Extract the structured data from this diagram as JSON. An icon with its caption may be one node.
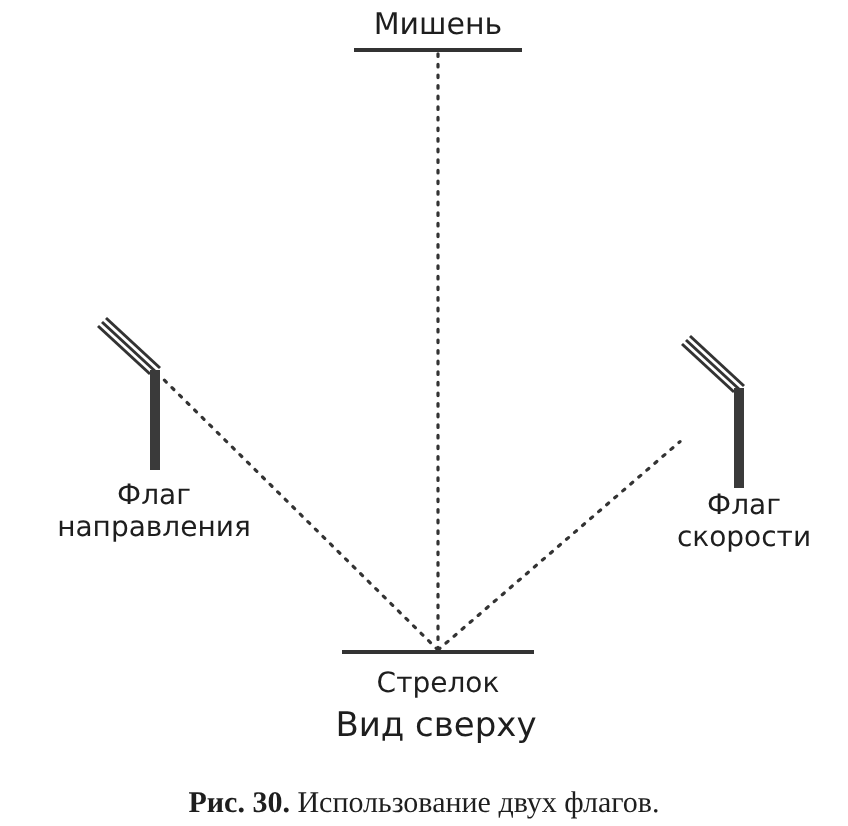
{
  "diagram": {
    "caption": "**Рис. 30.** Использование двух флагов.",
    "nodes": [
      {
        "text": [
          "Мишень"
        ]
      },
      {
        "text": [],
        "shape": "flag",
        "beside": [
          "Флаг направления"
        ]
      },
      {
        "text": [],
        "shape": "flag",
        "beside": [
          "Флаг скорости"
        ]
      },
      {
        "text": [
          "Стрелок"
        ]
      }
    ],
    "edges": [
      {
        "from": 3,
        "to": 0,
        "arrow": "none",
        "style": "dashed"
      },
      {
        "from": 3,
        "to": 1,
        "arrow": "none",
        "style": "dashed"
      },
      {
        "from": 3,
        "to": 2,
        "arrow": "none",
        "style": "dashed"
      }
    ],
    "labels": [
      "Вид сверху"
    ]
  }
}
